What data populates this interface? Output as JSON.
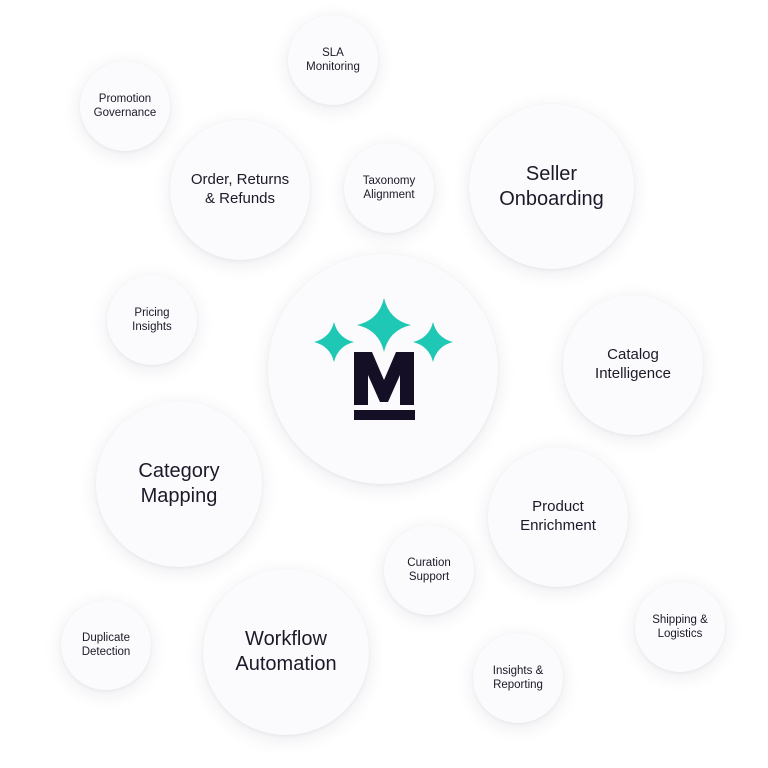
{
  "bubbles": [
    {
      "label": "SLA\nMonitoring"
    },
    {
      "label": "Promotion\nGovernance"
    },
    {
      "label": "Order, Returns\n& Refunds"
    },
    {
      "label": "Taxonomy\nAlignment"
    },
    {
      "label": "Seller\nOnboarding"
    },
    {
      "label": "Pricing\nInsights"
    },
    {
      "label": "Catalog\nIntelligence"
    },
    {
      "label": "Category\nMapping"
    },
    {
      "label": "Product\nEnrichment"
    },
    {
      "label": "Curation\nSupport"
    },
    {
      "label": "Shipping &\nLogistics"
    },
    {
      "label": "Duplicate\nDetection"
    },
    {
      "label": "Workflow\nAutomation"
    },
    {
      "label": "Insights &\nReporting"
    }
  ],
  "logo": {
    "letter": "M",
    "accent": "#1fc8b4",
    "dark": "#150f26"
  }
}
